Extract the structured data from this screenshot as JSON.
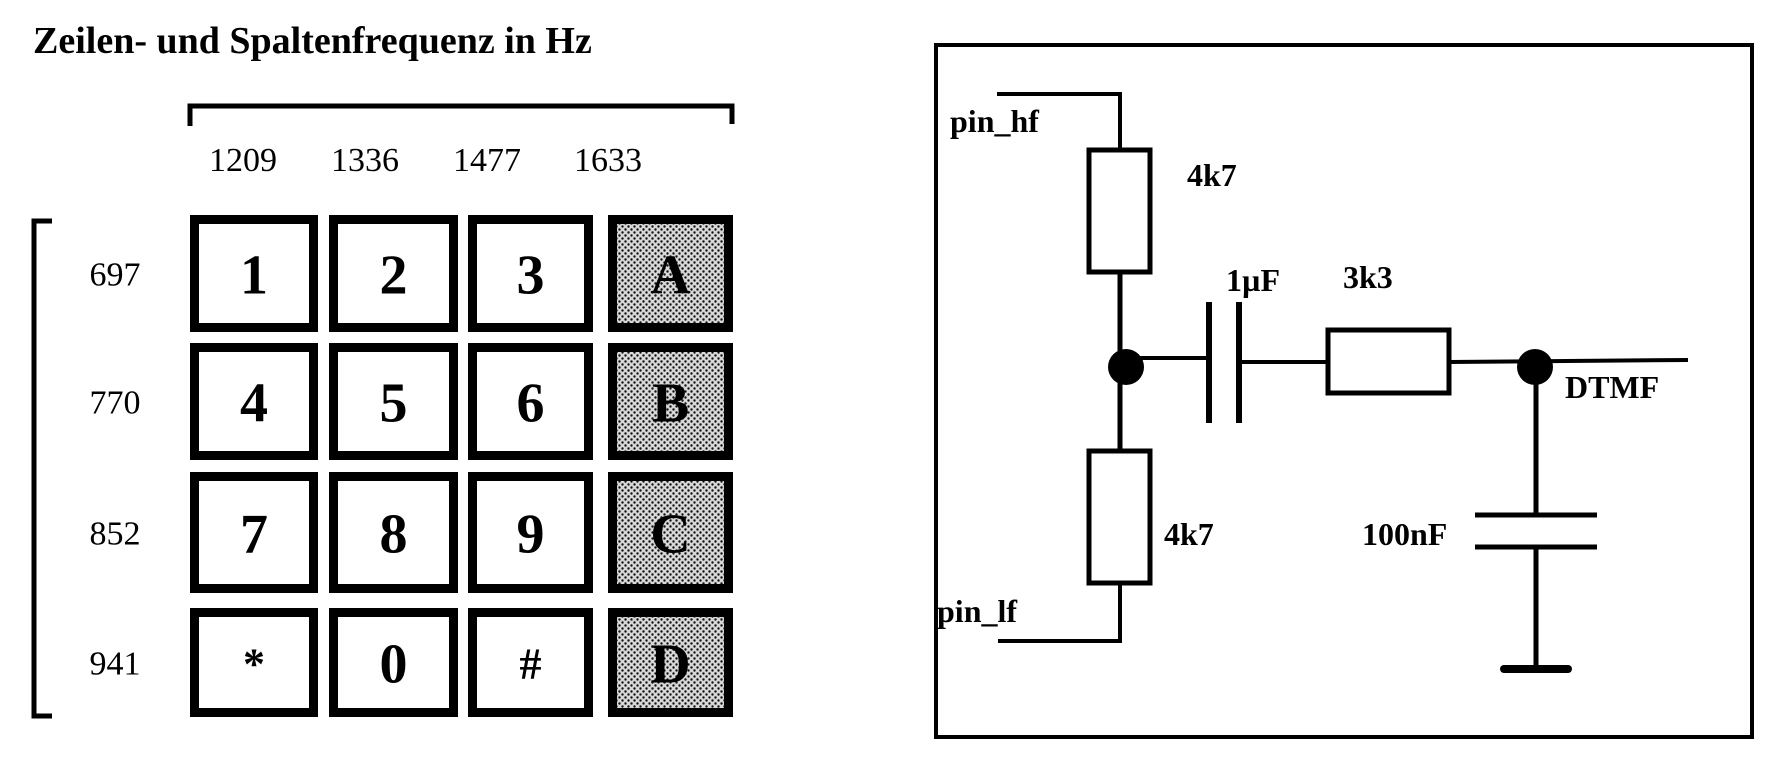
{
  "keypad": {
    "title": "Zeilen- und Spaltenfrequenz in Hz",
    "column_frequencies": [
      "1209",
      "1336",
      "1477",
      "1633"
    ],
    "row_frequencies": [
      "697",
      "770",
      "852",
      "941"
    ],
    "keys": [
      [
        {
          "label": "1",
          "shaded": false
        },
        {
          "label": "2",
          "shaded": false
        },
        {
          "label": "3",
          "shaded": false
        },
        {
          "label": "A",
          "shaded": true
        }
      ],
      [
        {
          "label": "4",
          "shaded": false
        },
        {
          "label": "5",
          "shaded": false
        },
        {
          "label": "6",
          "shaded": false
        },
        {
          "label": "B",
          "shaded": true
        }
      ],
      [
        {
          "label": "7",
          "shaded": false
        },
        {
          "label": "8",
          "shaded": false
        },
        {
          "label": "9",
          "shaded": false
        },
        {
          "label": "C",
          "shaded": true
        }
      ],
      [
        {
          "label": "*",
          "shaded": false
        },
        {
          "label": "0",
          "shaded": false
        },
        {
          "label": "#",
          "shaded": false
        },
        {
          "label": "D",
          "shaded": true
        }
      ]
    ]
  },
  "circuit": {
    "pin_hf_label": "pin_hf",
    "pin_lf_label": "pin_lf",
    "r_top_label": "4k7",
    "r_bottom_label": "4k7",
    "c_coupling_label": "1µF",
    "r_series_label": "3k3",
    "c_filter_label": "100nF",
    "output_label": "DTMF"
  }
}
